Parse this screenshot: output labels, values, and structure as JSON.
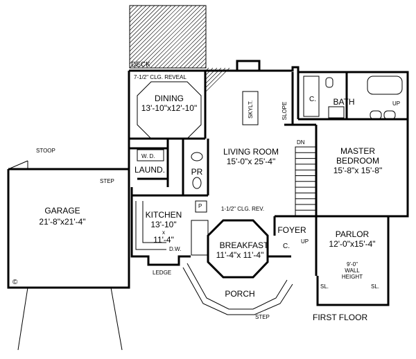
{
  "rooms": {
    "deck": "DECK",
    "ceiling_reveal_1": "7-1/2\" CLG. REVEAL",
    "dining": "DINING",
    "dining_size": "13'-10\"x12'-10\"",
    "skylight": "SKYLT.",
    "slope": "SLOPE",
    "closet_c1": "C.",
    "bath": "BATH",
    "up_tub": "UP",
    "stoop": "STOOP",
    "wd": "W.   D.",
    "laund": "LAUND.",
    "pr": "PR",
    "living": "LIVING ROOM",
    "living_size": "15'-0\"x 25'-4\"",
    "dn": "DN",
    "master": "MASTER",
    "bedroom": "BEDROOM",
    "master_size": "15'-8\"x 15'-8\"",
    "step_garage": "STEP",
    "garage": "GARAGE",
    "garage_size": "21'-8\"x21'-4\"",
    "kitchen": "KITCHEN",
    "kitchen_w": "13'-10\"",
    "kitchen_x": "x",
    "kitchen_l": "11'-4\"",
    "pantry": "P",
    "ceiling_reveal_2": "1-1/2\" CLG. REV.",
    "breakfast": "BREAKFAST",
    "breakfast_size": "11'-4\"x 11'-4\"",
    "dw": "D.W.",
    "foyer": "FOYER",
    "closet_c2": "C.",
    "up_stair": "UP",
    "parlor": "PARLOR",
    "parlor_size": "12'-0\"x15'-4\"",
    "wall_height_1": "9'-0\"",
    "wall_height_2": "WALL",
    "wall_height_3": "HEIGHT",
    "sl_left": "SL.",
    "sl_right": "SL.",
    "ledge": "LEDGE",
    "porch": "PORCH",
    "step_porch": "STEP",
    "copyright": "©"
  },
  "floor_label": "FIRST FLOOR"
}
